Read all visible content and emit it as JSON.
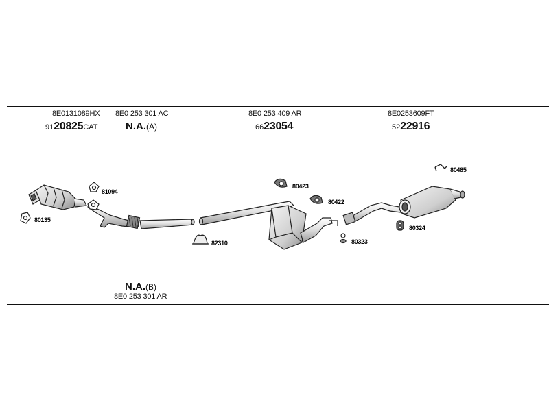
{
  "top_labels": [
    {
      "oe": "8E0131089HX",
      "prefix": "91",
      "number": "20825",
      "suffix": "CAT"
    },
    {
      "oe": "8E0 253 301 AC",
      "na": "N.A.",
      "na_suffix": "(A)"
    },
    {
      "oe": "8E0 253 409 AR",
      "prefix": "66",
      "number": "23054"
    },
    {
      "oe": "8E0253609FT",
      "prefix": "52",
      "number": "22916"
    }
  ],
  "bottom_label": {
    "na": "N.A.",
    "na_suffix": "(B)",
    "oe": "8E0 253 301 AR"
  },
  "callouts": [
    "80135",
    "81094",
    "82310",
    "80423",
    "80422",
    "80323",
    "80324",
    "80485"
  ]
}
